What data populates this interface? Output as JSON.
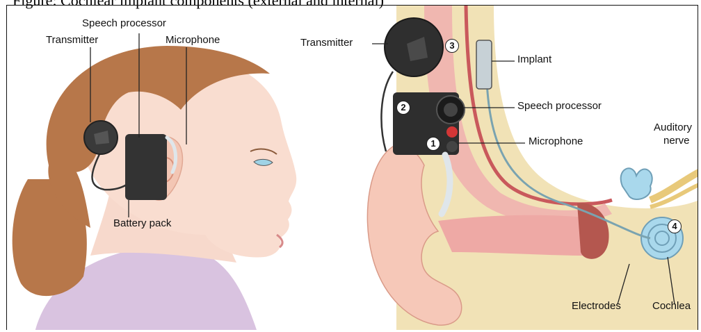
{
  "caption": "Figure: Cochlear implant components (external and internal)",
  "left_panel": {
    "labels": {
      "transmitter": "Transmitter",
      "speech_processor": "Speech processor",
      "microphone": "Microphone",
      "battery_pack": "Battery pack"
    }
  },
  "right_panel": {
    "labels": {
      "transmitter": "Transmitter",
      "implant": "Implant",
      "speech_processor": "Speech processor",
      "microphone": "Microphone",
      "auditory_nerve_line1": "Auditory",
      "auditory_nerve_line2": "nerve",
      "electrodes": "Electrodes",
      "cochlea": "Cochlea"
    },
    "markers": {
      "m1": "1",
      "m2": "2",
      "m3": "3",
      "m4": "4"
    }
  }
}
